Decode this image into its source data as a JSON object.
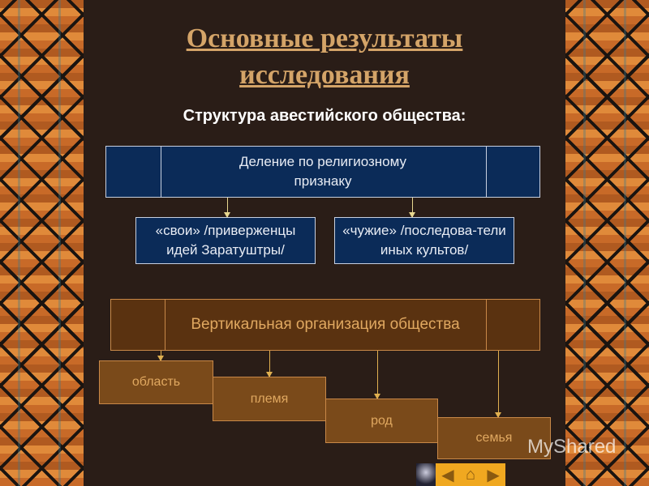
{
  "title": {
    "line1": "Основные результаты",
    "line2": "исследования"
  },
  "subtitle": "Структура авестийского общества:",
  "religious": {
    "label": "Деление по религиозному признаку",
    "children": [
      "«свои» /приверженцы идей Заратуштры/",
      "«чужие» /последова-тели иных культов/"
    ]
  },
  "vertical": {
    "label": "Вертикальная организация общества",
    "levels": [
      "область",
      "племя",
      "род",
      "семья"
    ]
  },
  "watermark": "MyShared",
  "colors": {
    "background": "#2a1d17",
    "blue_box": "#0b2b58",
    "brown_box": "#5a3210",
    "title": "#d4a468"
  }
}
